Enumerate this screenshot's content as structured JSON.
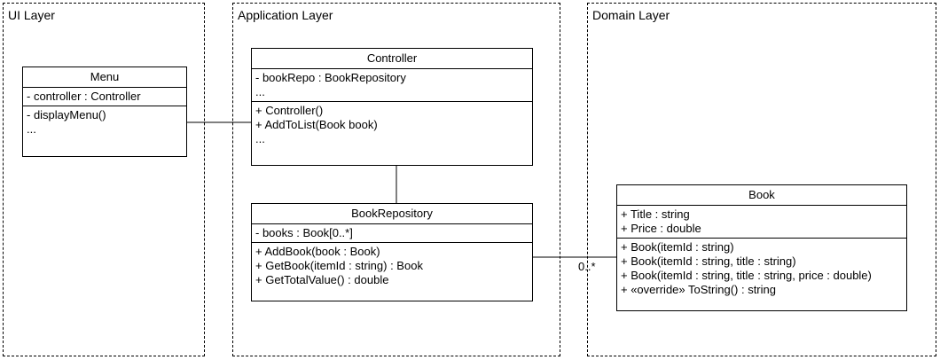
{
  "layers": {
    "ui": {
      "title": "UI Layer"
    },
    "application": {
      "title": "Application Layer"
    },
    "domain": {
      "title": "Domain Layer"
    }
  },
  "classes": {
    "menu": {
      "name": "Menu",
      "attributes": [
        "- controller : Controller"
      ],
      "operations": [
        "- displayMenu()",
        "..."
      ]
    },
    "controller": {
      "name": "Controller",
      "attributes": [
        "- bookRepo : BookRepository",
        "..."
      ],
      "operations": [
        "+ Controller()",
        "+ AddToList(Book book)",
        "..."
      ]
    },
    "book_repository": {
      "name": "BookRepository",
      "attributes": [
        "- books : Book[0..*]"
      ],
      "operations": [
        "+ AddBook(book : Book)",
        "+ GetBook(itemId : string) : Book",
        "+ GetTotalValue() : double"
      ]
    },
    "book": {
      "name": "Book",
      "attributes": [
        "+ Title : string",
        "+ Price : double"
      ],
      "operations": [
        "+ Book(itemId : string)",
        "+ Book(itemId : string, title : string)",
        "+ Book(itemId : string, title : string, price : double)",
        "+ «override» ToString() : string"
      ]
    }
  },
  "associations": {
    "repo_book_multiplicity": "0..*"
  }
}
